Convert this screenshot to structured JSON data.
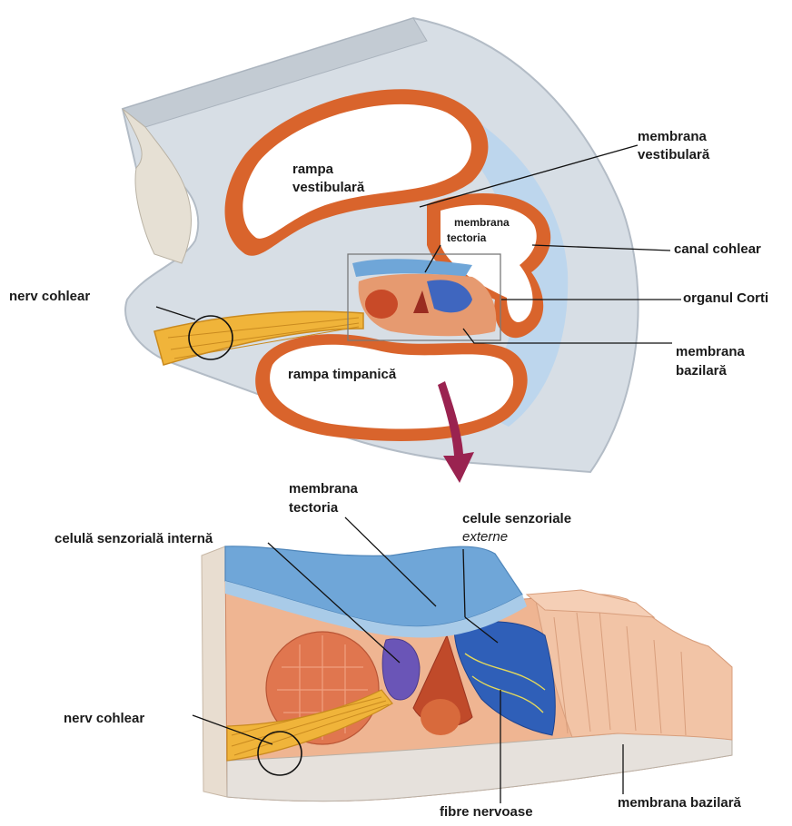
{
  "colors": {
    "bone": "#d7dee5",
    "bone_edge": "#b3bcc6",
    "canal_wall": "#d9642c",
    "canal_lumen": "#ffffff",
    "perilymph_blue": "#a9cbe8",
    "tectorial_blue": "#6fa6d8",
    "nerve_yellow": "#f0b43a",
    "tissue_peach": "#efb592",
    "cell_purple": "#6a55b7",
    "cell_blue": "#2f5fb8",
    "arrow": "#9a2350"
  },
  "labels": {
    "rampa_vestibulara_1": "rampa",
    "rampa_vestibulara_2": "vestibulară",
    "membrana_vestibulara_1": "membrana",
    "membrana_vestibulara_2": "vestibulară",
    "membrana_tectoria_top_1": "membrana",
    "membrana_tectoria_top_2": "tectoria",
    "canal_cohlear": "canal cohlear",
    "nerv_cohlear_top": "nerv cohlear",
    "organul_corti": "organul Corti",
    "membrana_bazilara_top_1": "membrana",
    "membrana_bazilara_top_2": "bazilară",
    "rampa_timpanica": "rampa timpanică",
    "membrana_tectoria_bottom_1": "membrana",
    "membrana_tectoria_bottom_2": "tectoria",
    "celule_senzoriale_1": "celule senzoriale",
    "celule_senzoriale_2": "externe",
    "celula_interna": "celulă senzorială internă",
    "nerv_cohlear_bottom": "nerv cohlear",
    "fibre_nervoase": "fibre nervoase",
    "membrana_bazilara_bottom": "membrana bazilară"
  }
}
